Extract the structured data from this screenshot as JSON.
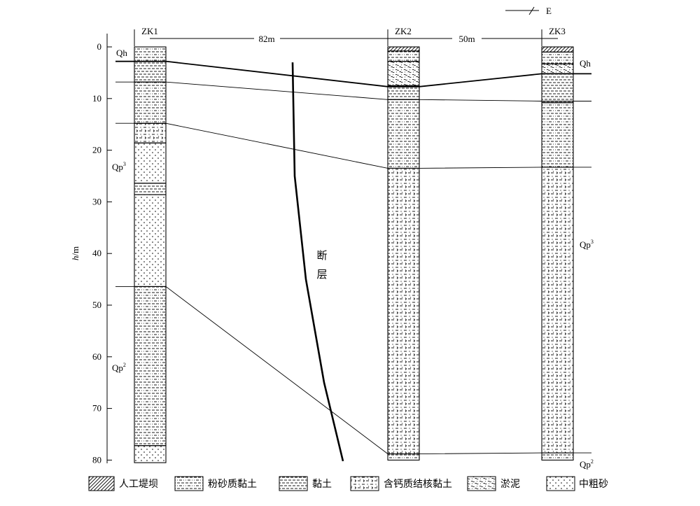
{
  "axis": {
    "label_italic": "h",
    "label_unit": "/m",
    "ticks": [
      0,
      10,
      20,
      30,
      40,
      50,
      60,
      70,
      80
    ],
    "range": [
      0,
      80
    ]
  },
  "direction": {
    "label": "E"
  },
  "boreholes": [
    {
      "name": "ZK1",
      "bottom": 80.5,
      "layers": [
        {
          "top": 0,
          "bottom": 2.8,
          "type": "fenshaniantu"
        },
        {
          "top": 2.8,
          "bottom": 6.8,
          "type": "niantu"
        },
        {
          "top": 6.8,
          "bottom": 14.8,
          "type": "fenshaniantu"
        },
        {
          "top": 14.8,
          "bottom": 18.6,
          "type": "hangai"
        },
        {
          "top": 18.6,
          "bottom": 26.4,
          "type": "zhongcusha"
        },
        {
          "top": 26.4,
          "bottom": 28.6,
          "type": "niantu"
        },
        {
          "top": 28.6,
          "bottom": 46.4,
          "type": "zhongcusha"
        },
        {
          "top": 46.4,
          "bottom": 77.2,
          "type": "fenshaniantu"
        },
        {
          "top": 77.2,
          "bottom": 80.5,
          "type": "zhongcusha"
        }
      ]
    },
    {
      "name": "ZK2",
      "bottom": 80.0,
      "layers": [
        {
          "top": 0,
          "bottom": 0.8,
          "type": "rengong"
        },
        {
          "top": 0.8,
          "bottom": 2.8,
          "type": "fenshaniantu"
        },
        {
          "top": 2.8,
          "bottom": 7.5,
          "type": "yuni"
        },
        {
          "top": 7.5,
          "bottom": 10.2,
          "type": "niantu"
        },
        {
          "top": 10.2,
          "bottom": 23.5,
          "type": "fenshaniantu"
        },
        {
          "top": 23.5,
          "bottom": 78.8,
          "type": "hangai"
        },
        {
          "top": 78.8,
          "bottom": 80.0,
          "type": "fenshaniantu"
        }
      ]
    },
    {
      "name": "ZK3",
      "bottom": 80.0,
      "layers": [
        {
          "top": 0,
          "bottom": 1.0,
          "type": "rengong"
        },
        {
          "top": 1.0,
          "bottom": 3.3,
          "type": "fenshaniantu"
        },
        {
          "top": 3.3,
          "bottom": 5.2,
          "type": "yuni"
        },
        {
          "top": 5.2,
          "bottom": 10.8,
          "type": "niantu"
        },
        {
          "top": 10.8,
          "bottom": 23.3,
          "type": "fenshaniantu"
        },
        {
          "top": 23.3,
          "bottom": 78.6,
          "type": "hangai"
        },
        {
          "top": 78.6,
          "bottom": 80.0,
          "type": "fenshaniantu"
        }
      ]
    }
  ],
  "spacing": [
    {
      "label": "82m"
    },
    {
      "label": "50m"
    }
  ],
  "correlation_lines": [
    {
      "heavy": true,
      "depths": [
        2.8,
        7.7,
        5.2
      ]
    },
    {
      "heavy": false,
      "depths": [
        6.8,
        10.2,
        10.5
      ]
    },
    {
      "heavy": false,
      "depths": [
        14.8,
        23.5,
        23.3
      ]
    },
    {
      "heavy": false,
      "depths": [
        46.4,
        78.8,
        78.6
      ]
    }
  ],
  "fault": {
    "label_1": "断",
    "label_2": "层",
    "points": [
      [
        418,
        3.0
      ],
      [
        421,
        25.0
      ],
      [
        437,
        45.0
      ],
      [
        463,
        65.0
      ],
      [
        490,
        80.2
      ]
    ]
  },
  "strata_labels": [
    {
      "text": "Qh",
      "sup": ""
    },
    {
      "text": "Qp",
      "sup": "3"
    },
    {
      "text": "Qp",
      "sup": "2"
    },
    {
      "text": "Qh",
      "sup": ""
    },
    {
      "text": "Qp",
      "sup": "3"
    },
    {
      "text": "Qp",
      "sup": "2"
    }
  ],
  "legend": [
    {
      "type": "rengong",
      "label": "人工堤坝"
    },
    {
      "type": "fenshaniantu",
      "label": "粉砂质黏土"
    },
    {
      "type": "niantu",
      "label": "黏土"
    },
    {
      "type": "hangai",
      "label": "含钙质结核黏土"
    },
    {
      "type": "yuni",
      "label": "淤泥"
    },
    {
      "type": "zhongcusha",
      "label": "中粗砂"
    }
  ]
}
